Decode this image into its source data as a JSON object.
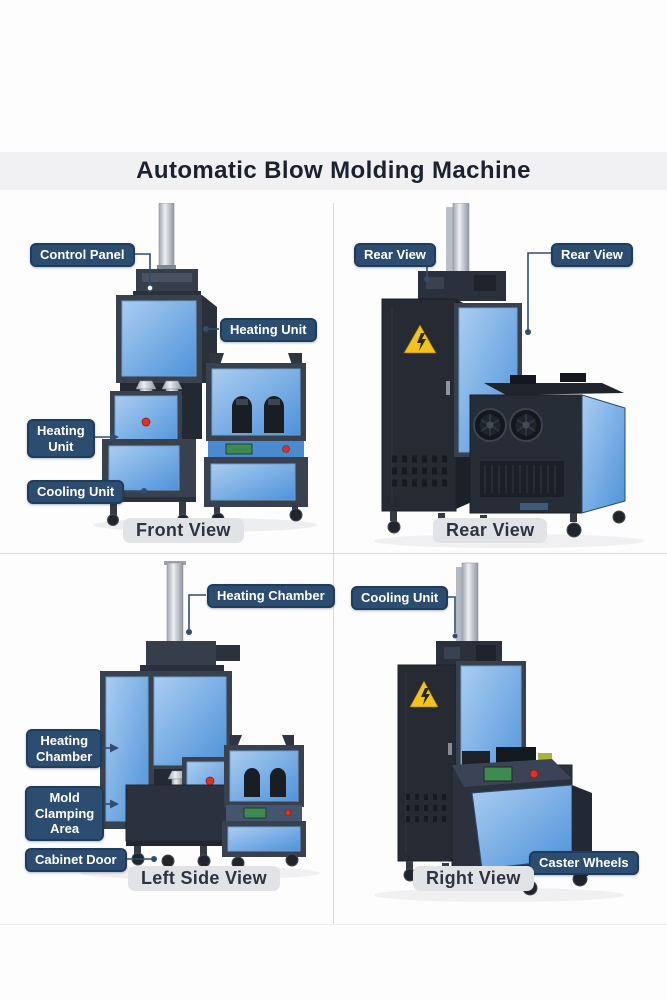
{
  "title": "Automatic Blow Molding Machine",
  "colors": {
    "label_bg": "#2d4d70",
    "label_border": "#1e3c5c",
    "label_text": "#ffffff",
    "caption_bg": "#e2e3e6",
    "caption_text": "#2c3442",
    "title_text": "#1a2230",
    "title_band_bg": "#f1f1f4",
    "divider": "#d9dadd",
    "machine_blue": "#4e92da",
    "machine_frame": "#39414f",
    "machine_charcoal": "#262b33",
    "warning_yellow": "#f2c21e",
    "button_red": "#d93228",
    "screen_green": "#3f8a50"
  },
  "icons": {
    "warning_triangle": "⚠",
    "fan": "✳",
    "caster_wheel": "●"
  },
  "quadrants": {
    "front": {
      "caption": "Front View",
      "labels": {
        "control_panel": "Control Panel",
        "heating_unit_upper": "Heating Unit",
        "heating_unit_lower": "Heating\nUnit",
        "cooling_unit": "Cooling Unit"
      }
    },
    "rear": {
      "caption": "Rear View",
      "labels": {
        "rear_view_left": "Rear View",
        "rear_view_right": "Rear View"
      }
    },
    "left_side": {
      "caption": "Left Side View",
      "labels": {
        "heating_chamber_upper": "Heating Chamber",
        "heating_chamber_side": "Heating\nChamber",
        "mold_clamping_area": "Mold\nClamping\nArea",
        "cabinet_door": "Cabinet Door"
      }
    },
    "right": {
      "caption": "Right View",
      "labels": {
        "cooling_unit": "Cooling Unit",
        "caster_wheels": "Caster Wheels"
      }
    }
  }
}
